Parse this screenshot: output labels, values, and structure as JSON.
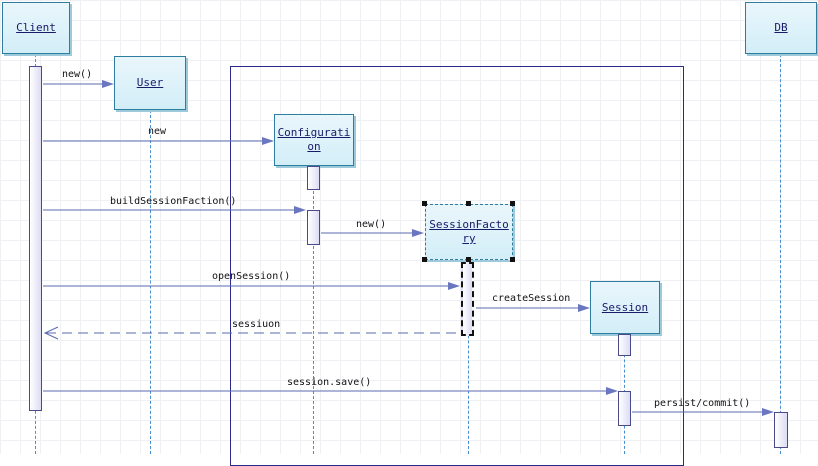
{
  "participants": {
    "client": "Client",
    "user": "User",
    "configuration": "Configuration",
    "session_factory": "SessionFactory",
    "session": "Session",
    "db": "DB"
  },
  "messages": {
    "m1": "new()",
    "m2": "new",
    "m3": "buildSessionFaction()",
    "m4": "new()",
    "m5": "openSession()",
    "m6": "createSession",
    "m7": "sessiuon",
    "m8": "session.save()",
    "m9": "persist/commit()"
  },
  "colors": {
    "box_border": "#2f7d9e",
    "lifeline": "#4a8fd0",
    "arrow": "#5a6ab0",
    "frame": "#2a2a8a"
  }
}
